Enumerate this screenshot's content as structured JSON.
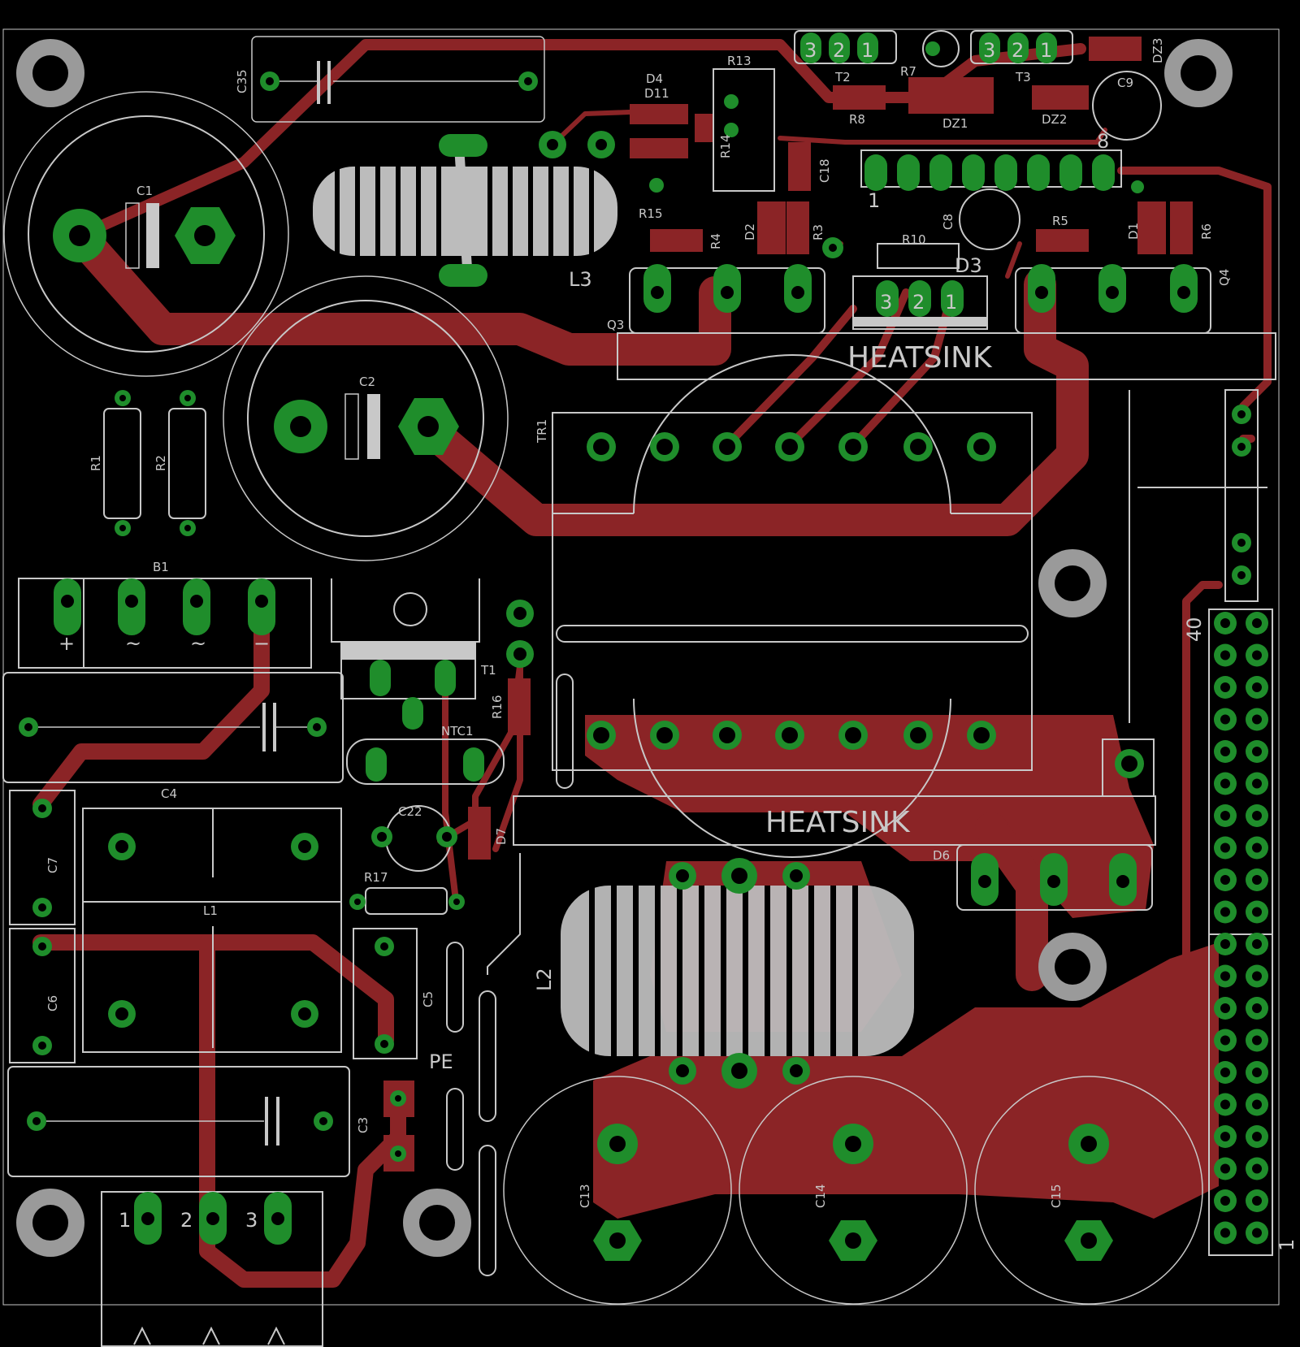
{
  "board": {
    "labels": {
      "c35": "C35",
      "c1": "C1",
      "c2": "C2",
      "l3": "L3",
      "r13": "R13",
      "d4": "D4",
      "d11": "D11",
      "r14": "R14",
      "r15": "R15",
      "c18": "C18",
      "t2": "T2",
      "t3": "T3",
      "r7": "R7",
      "r8": "R8",
      "dz1": "DZ1",
      "dz2": "DZ2",
      "dz3": "DZ3",
      "c9": "C9",
      "r4": "R4",
      "d2": "D2",
      "r3": "R3",
      "r10": "R10",
      "c8": "C8",
      "d3": "D3",
      "r5": "R5",
      "d1": "D1",
      "r6": "R6",
      "q3": "Q3",
      "q4": "Q4",
      "heatsink_top": "HEATSINK",
      "heatsink_bottom": "HEATSINK",
      "tr1": "TR1",
      "r1": "R1",
      "r2": "R2",
      "b1": "B1",
      "t1": "T1",
      "r16": "R16",
      "ntc1": "NTC1",
      "c4": "C4",
      "c22": "C22",
      "d7": "D7",
      "c7": "C7",
      "r17": "R17",
      "l1": "L1",
      "d6": "D6",
      "c6": "C6",
      "c5": "C5",
      "l2": "L2",
      "pe": "PE",
      "c3": "C3",
      "c13": "C13",
      "c14": "C14",
      "c15": "C15",
      "pin_40": "40",
      "pin_1_header": "1",
      "pin_1_ic": "1",
      "pin_8_ic": "8",
      "t2_pins": [
        "3",
        "2",
        "1"
      ],
      "t3_pins": [
        "3",
        "2",
        "1"
      ],
      "d3_pins": [
        "3",
        "2",
        "1"
      ],
      "terminal_pins": [
        "1",
        "2",
        "3"
      ],
      "b1_marks": [
        "+",
        "~",
        "~",
        "−"
      ]
    },
    "colors": {
      "background": "#000000",
      "copper": "#8b2426",
      "pad": "#1f8d2b",
      "silkscreen": "#c8c8c8",
      "mounting_hole": "#9a9a9a"
    }
  }
}
